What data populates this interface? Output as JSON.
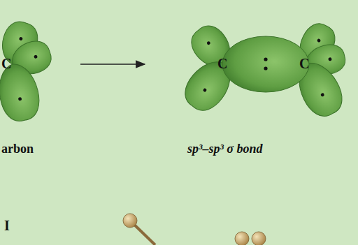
{
  "diagram": {
    "labels": [
      "C",
      "arbon",
      "C",
      "C",
      "sp³–sp³ σ bond",
      "I"
    ]
  }
}
